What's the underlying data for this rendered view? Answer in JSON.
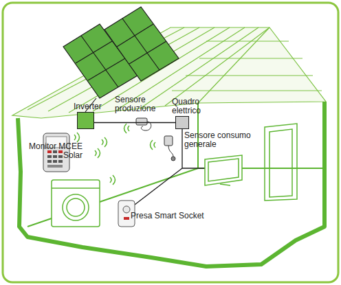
{
  "diagram": {
    "nodes": [
      {
        "text": [
          "Inverter"
        ]
      },
      {
        "text": [
          "Quadro elettrico"
        ]
      }
    ],
    "edges": [
      {
        "from": 0,
        "to": 1,
        "arrow": "none"
      }
    ],
    "labels": [
      "Sensore produzione",
      "Monitor MCEE Solar",
      "Sensore consumo generale",
      "Presa Smart Socket"
    ]
  }
}
